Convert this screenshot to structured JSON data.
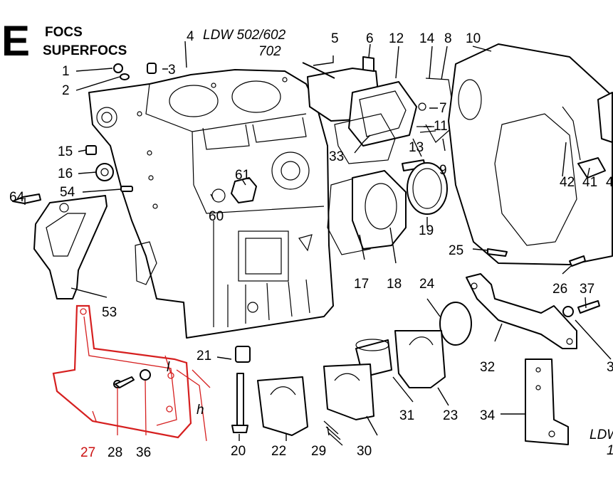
{
  "header": {
    "section_letter": "E",
    "line1": "FOCS",
    "line2": "SUPERFOCS",
    "model_line1": "LDW 502/602",
    "model_line2": "702",
    "model_edge": "LDW",
    "model_edge2": "1"
  },
  "callouts": {
    "c1": "1",
    "c2": "2",
    "c3": "3",
    "c4": "4",
    "c5": "5",
    "c6": "6",
    "c7": "7",
    "c8": "8",
    "c9": "9",
    "c10": "10",
    "c11": "11",
    "c12": "12",
    "c13": "13",
    "c14": "14",
    "c15": "15",
    "c16": "16",
    "c17": "17",
    "c18": "18",
    "c19": "19",
    "c20": "20",
    "c21": "21",
    "c22": "22",
    "c23": "23",
    "c24": "24",
    "c25": "25",
    "c26": "26",
    "c27": "27",
    "c28": "28",
    "c29": "29",
    "c30": "30",
    "c31": "31",
    "c32": "32",
    "c33": "33",
    "c34": "34",
    "c36": "36",
    "c37": "37",
    "c41": "41",
    "c42": "42",
    "c53": "53",
    "c54": "54",
    "c60": "60",
    "c61": "61",
    "c64": "64",
    "c_edge3": "3",
    "c_edge4": "4"
  },
  "dimensions": {
    "l": "l",
    "h": "h"
  },
  "colors": {
    "highlight": "#d62020",
    "ink": "#000000",
    "background": "#ffffff"
  }
}
